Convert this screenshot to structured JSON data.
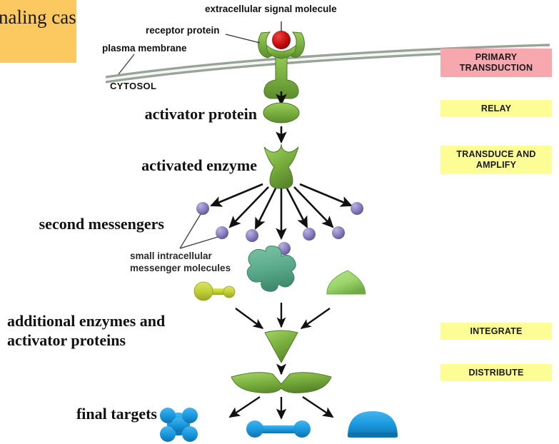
{
  "title_box": {
    "text": "Signaling\ncascade",
    "color": "#fcc860"
  },
  "membrane": {
    "plasma_membrane_label": "plasma membrane",
    "cytosol_label": "CYTOSOL",
    "color": "#8c9a8c"
  },
  "top_callouts": {
    "signal_molecule": "extracellular signal molecule",
    "receptor_protein": "receptor protein"
  },
  "stages": [
    {
      "name": "activator-protein",
      "label": "activator protein"
    },
    {
      "name": "activated-enzyme",
      "label": "activated enzyme"
    },
    {
      "name": "second-messengers",
      "label": "second messengers"
    },
    {
      "name": "additional-enzymes",
      "label": "additional enzymes and\nactivator proteins"
    },
    {
      "name": "final-targets",
      "label": "final targets"
    }
  ],
  "messenger_callout": "small intracellular\nmessenger molecules",
  "phases": [
    {
      "name": "primary-transduction",
      "label": "PRIMARY\nTRANSDUCTION",
      "color": "#f6a8ae"
    },
    {
      "name": "relay",
      "label": "RELAY",
      "color": "#fdfd96"
    },
    {
      "name": "transduce-amplify",
      "label": "TRANSDUCE AND\nAMPLIFY",
      "color": "#fdfd96"
    },
    {
      "name": "integrate",
      "label": "INTEGRATE",
      "color": "#fdfd96"
    },
    {
      "name": "distribute",
      "label": "DISTRIBUTE",
      "color": "#fdfd96"
    }
  ],
  "colors": {
    "signal_molecule_red": "#cc1111",
    "receptor_green": "#7cb342",
    "enzyme_green": "#74ad3e",
    "messenger_purple": "#8b7fc0",
    "scaffold_teal": "#5cab8e",
    "dumbbell_yellow_green": "#c3d037",
    "wedge_light_green": "#9bd36a",
    "target_blue": "#1b9ae0",
    "arrow_black": "#111111"
  }
}
